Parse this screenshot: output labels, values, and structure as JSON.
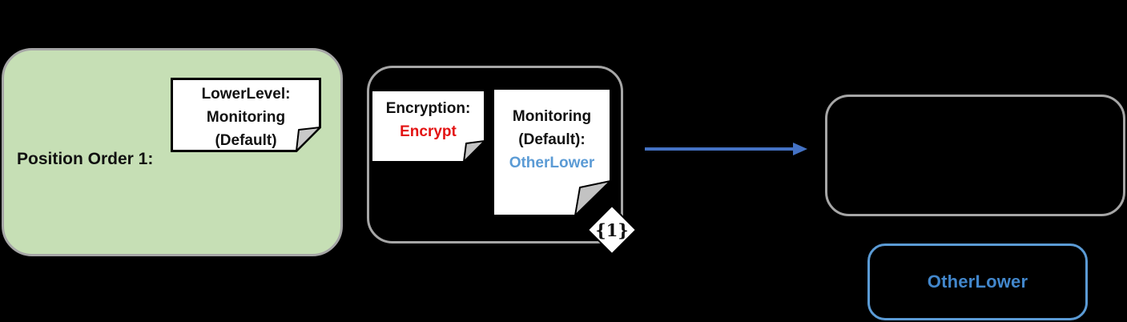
{
  "canvas": {
    "background": "#000000"
  },
  "position_group": {
    "label": "Position Order 1:",
    "fill": "#c6dfb5",
    "border_color": "#a6a6a6",
    "note": {
      "lines": [
        "LowerLevel:",
        "Monitoring",
        "(Default)"
      ]
    }
  },
  "transition_group": {
    "border_color": "#a6a6a6",
    "encryption_note": {
      "label": "Encryption:",
      "value": "Encrypt",
      "value_color": "#e31212"
    },
    "monitoring_note": {
      "label_line1": "Monitoring",
      "label_line2": "(Default):",
      "value": "OtherLower",
      "value_color": "#5b9bd5"
    },
    "multiplicity_badge": "{1}"
  },
  "arrow": {
    "color": "#4472c4"
  },
  "target_group": {
    "border_color": "#a6a6a6"
  },
  "result_box": {
    "label": "OtherLower",
    "border_color": "#5b9bd5",
    "text_color": "#4287cc"
  }
}
